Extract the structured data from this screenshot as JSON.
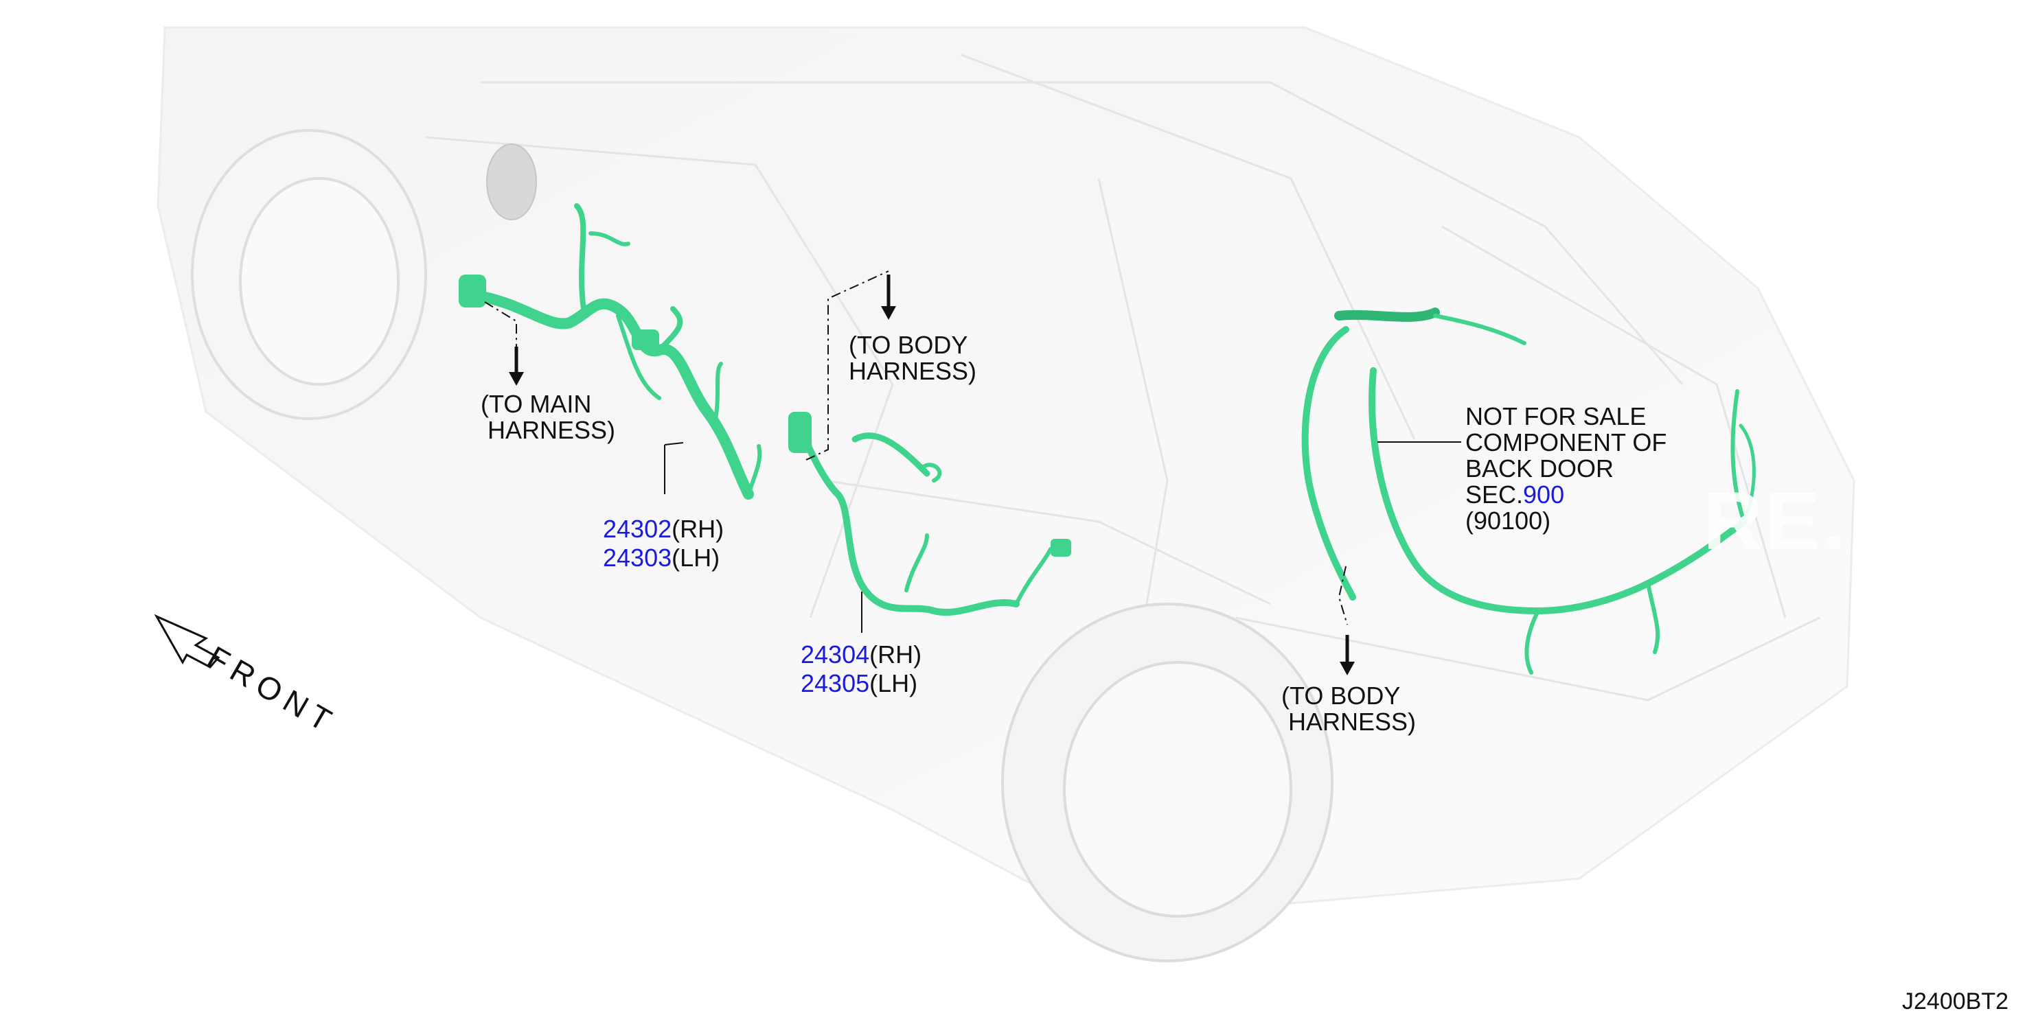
{
  "diagram": {
    "code": "J2400BT2",
    "front_label": "FRONT",
    "watermark": "RE.",
    "notes": {
      "to_main_harness_1": "(TO MAIN",
      "to_main_harness_2": "HARNESS)",
      "to_body_harness_a_1": "(TO BODY",
      "to_body_harness_a_2": "HARNESS)",
      "to_body_harness_b_1": "(TO BODY",
      "to_body_harness_b_2": "HARNESS)"
    },
    "parts": [
      {
        "number": "24302",
        "side": "(RH)"
      },
      {
        "number": "24303",
        "side": "(LH)"
      },
      {
        "number": "24304",
        "side": "(RH)"
      },
      {
        "number": "24305",
        "side": "(LH)"
      }
    ],
    "back_door_note": {
      "line1": "NOT FOR SALE",
      "line2": "COMPONENT OF",
      "line3": "BACK DOOR",
      "sec_prefix": "SEC.",
      "sec_number": "900",
      "sub": "(90100)"
    },
    "colors": {
      "harness": "#3fd38e",
      "part_link": "#1a1adf",
      "body_outline": "#e6e6e6"
    }
  }
}
